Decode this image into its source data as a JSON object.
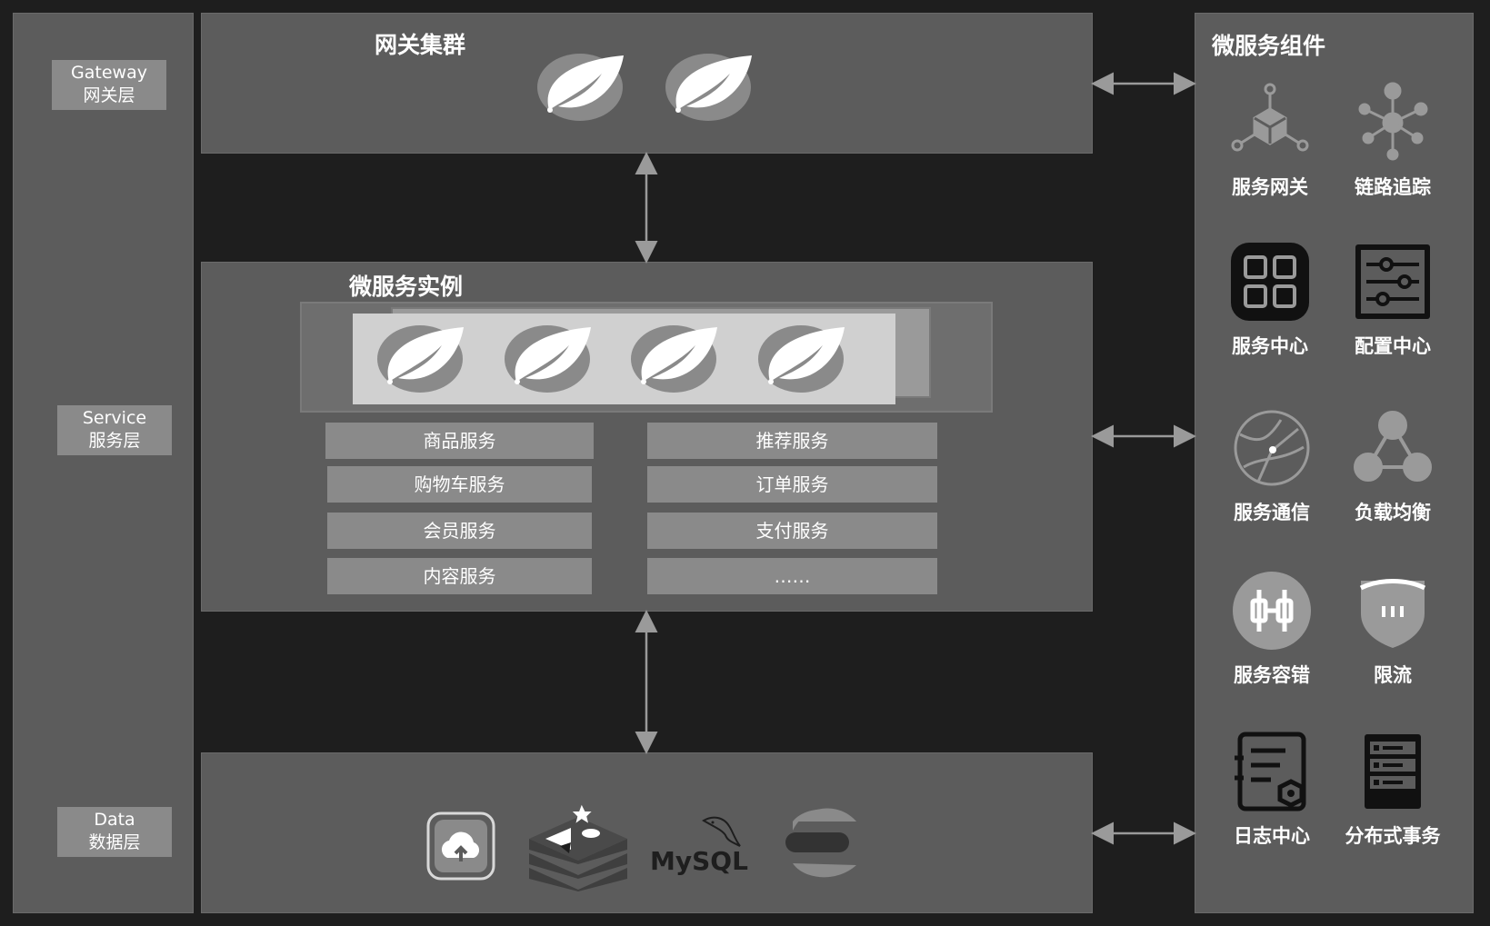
{
  "layers": {
    "gateway": {
      "en": "Gateway",
      "zh": "网关层"
    },
    "service": {
      "en": "Service",
      "zh": "服务层"
    },
    "data": {
      "en": "Data",
      "zh": "数据层"
    }
  },
  "gateway_cluster": {
    "title": "网关集群"
  },
  "microservice_instances": {
    "title": "微服务实例"
  },
  "services": {
    "left": [
      "商品服务",
      "购物车服务",
      "会员服务",
      "内容服务"
    ],
    "right": [
      "推荐服务",
      "订单服务",
      "支付服务",
      "……"
    ]
  },
  "components": {
    "title": "微服务组件",
    "items": [
      {
        "label": "服务网关",
        "icon": "cube-network-icon"
      },
      {
        "label": "链路追踪",
        "icon": "hub-nodes-icon"
      },
      {
        "label": "服务中心",
        "icon": "grid-apps-icon"
      },
      {
        "label": "配置中心",
        "icon": "sliders-icon"
      },
      {
        "label": "服务通信",
        "icon": "globe-network-icon"
      },
      {
        "label": "负载均衡",
        "icon": "triangle-nodes-icon"
      },
      {
        "label": "服务容错",
        "icon": "circuit-breaker-icon"
      },
      {
        "label": "限流",
        "icon": "shield-icon"
      },
      {
        "label": "日志中心",
        "icon": "log-document-icon"
      },
      {
        "label": "分布式事务",
        "icon": "server-stack-icon"
      }
    ]
  },
  "data_stores": {
    "mysql_label": "MySQL"
  }
}
